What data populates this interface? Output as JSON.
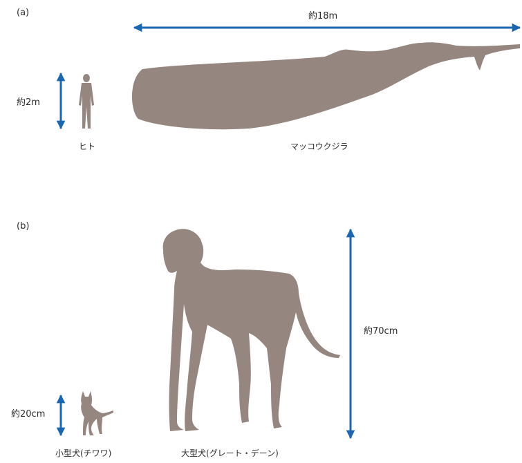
{
  "colors": {
    "silhouette": "#968680",
    "arrow": "#1a66b0",
    "text": "#2b2b2b"
  },
  "panel_a": {
    "label": "(a)",
    "whale_length": "約18m",
    "human_height": "約2m",
    "human_name": "ヒト",
    "whale_name": "マッコウクジラ"
  },
  "panel_b": {
    "label": "(b)",
    "great_dane_height": "約70cm",
    "chihuahua_height": "約20cm",
    "chihuahua_name": "小型犬(チワワ)",
    "great_dane_name": "大型犬(グレート・デーン)"
  }
}
